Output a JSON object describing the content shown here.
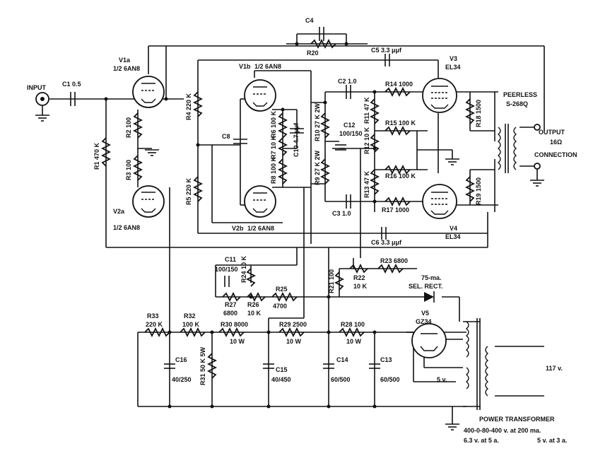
{
  "labels": {
    "input": "INPUT",
    "c1": "C1 0.5",
    "v1a": "V1a",
    "v1a_type": "1/2 6AN8",
    "v1b": "V1b",
    "v1b_type": "1/2 6AN8",
    "v2a": "V2a",
    "v2a_type": "1/2 6AN8",
    "v2b": "V2b",
    "v2b_type": "1/2 6AN8",
    "v3": "V3",
    "v3_type": "EL34",
    "v4": "V4",
    "v4_type": "EL34",
    "v5": "V5",
    "v5_type": "GZ34",
    "c4": "C4",
    "r20": "R20",
    "c5": "C5 3.3 μμf",
    "c6": "C6 3.3 μμf",
    "c8": "C8",
    "c10": "C10 4.7 μμf",
    "c2": "C2 1.0",
    "c3": "C3 1.0",
    "c12": "C12",
    "c12_val": "100/150",
    "r1": "R1 470 K",
    "r2": "R2 100",
    "r3": "R3 100",
    "r4": "R4 220 K",
    "r5": "R5 220 K",
    "r6": "R6 100 K",
    "r7": "R7 10 K",
    "r8": "R8 100 K",
    "r9": "R9 27 K 2W",
    "r10": "R10 27 K 2W",
    "r11": "R11 47 K",
    "r12": "R12 10 K",
    "r13": "R13 47 K",
    "r14": "R14 1000",
    "r15": "R15 100 K",
    "r16": "R16 100 K",
    "r17": "R17 1000",
    "r18": "R18 1500",
    "r19": "R19 1500",
    "peerless": "PEERLESS",
    "peerless_model": "S-268Q",
    "output": "OUTPUT",
    "output_imp": "16Ω",
    "connection": "CONNECTION",
    "c11": "C11",
    "c11_val": "100/150",
    "r24": "R24 10 K",
    "r27": "R27",
    "r27_val": "6800",
    "r26": "R26",
    "r26_val": "10 K",
    "r25": "R25",
    "r25_val": "4700",
    "r21": "R21 100",
    "r22": "R22",
    "r22_val": "10 K",
    "r23": "R23 6800",
    "sel_rect_1": "75-ma.",
    "sel_rect_2": "SEL. RECT.",
    "r33": "R33",
    "r33_val": "220 K",
    "r32": "R32",
    "r32_val": "100 K",
    "r30": "R30 8000",
    "r30_w": "10 W",
    "r29": "R29 2500",
    "r29_w": "10 W",
    "r28": "R28 100",
    "r28_w": "10 W",
    "c16": "C16",
    "c16_val": "40/250",
    "r31": "R31 50 K 5W",
    "c15": "C15",
    "c15_val": "40/450",
    "c14": "C14",
    "c14_val": "60/500",
    "c13": "C13",
    "c13_val": "60/500",
    "five_v": "5 v.",
    "v117": "117 v.",
    "pt_title": "POWER TRANSFORMER",
    "pt_line1": "400-0-80-400 v. at 200 ma.",
    "pt_line2a": "6.3 v. at 5 a.",
    "pt_line2b": "5 v. at 3 a."
  }
}
